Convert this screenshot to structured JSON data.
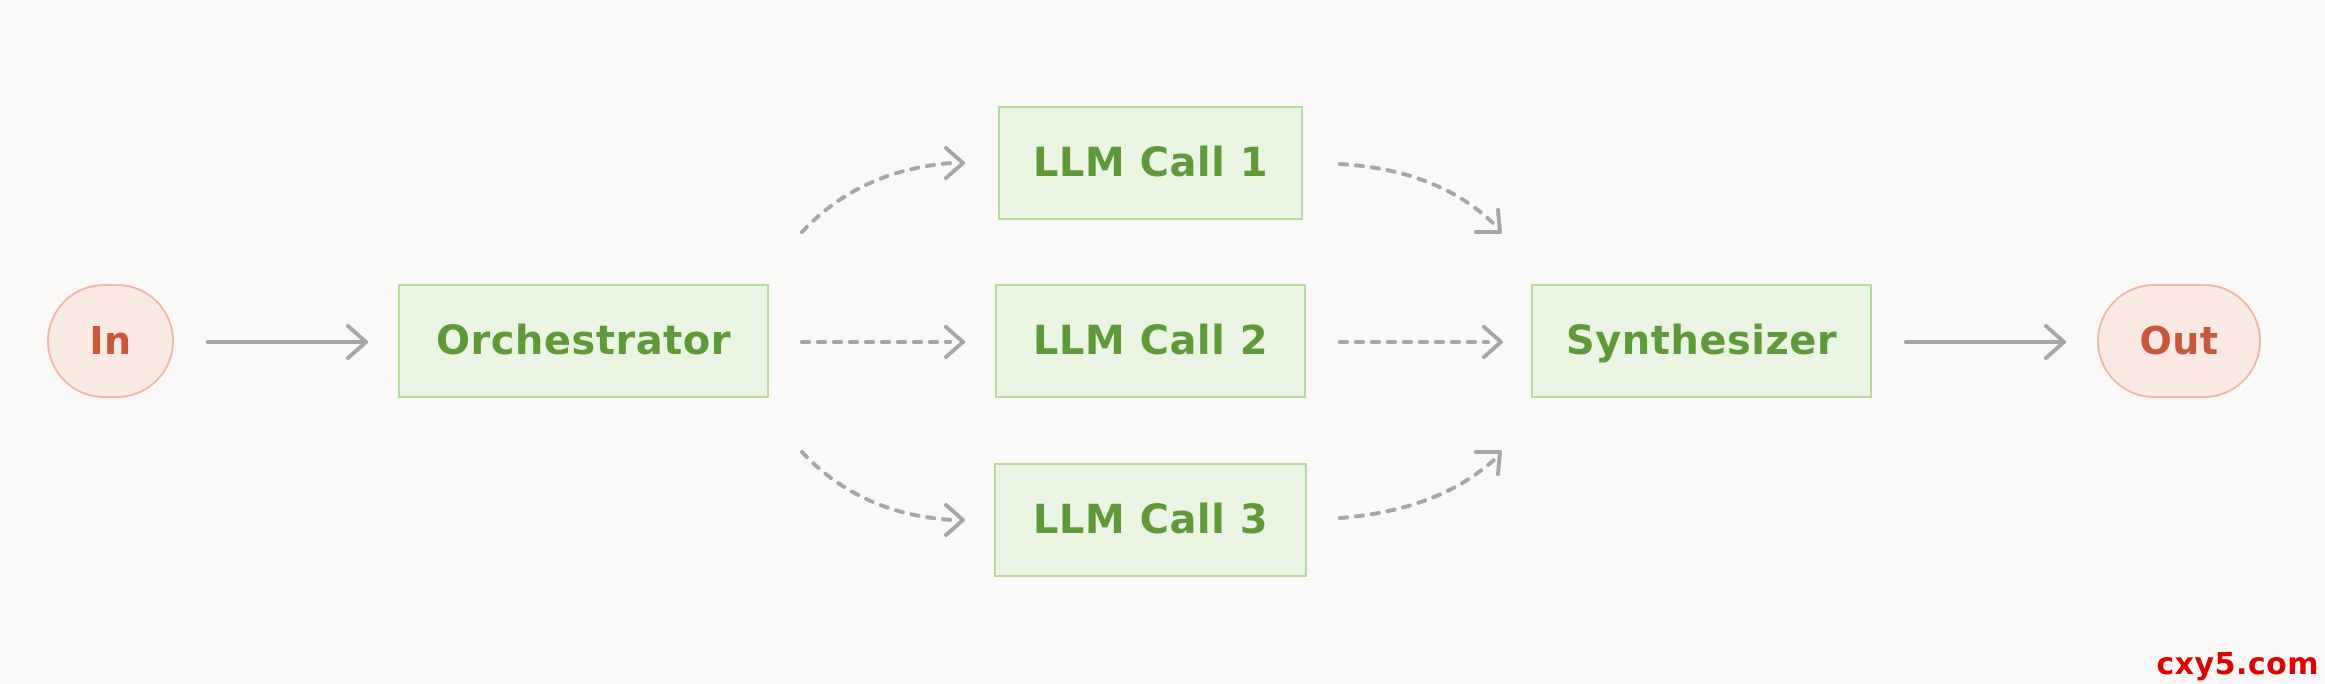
{
  "diagram": {
    "nodes": {
      "input": "In",
      "orchestrator": "Orchestrator",
      "llm_call_1": "LLM Call 1",
      "llm_call_2": "LLM Call 2",
      "llm_call_3": "LLM Call 3",
      "synthesizer": "Synthesizer",
      "output": "Out"
    },
    "edges": [
      {
        "from": "input",
        "to": "orchestrator",
        "style": "solid"
      },
      {
        "from": "orchestrator",
        "to": "llm_call_1",
        "style": "dotted"
      },
      {
        "from": "orchestrator",
        "to": "llm_call_2",
        "style": "dotted"
      },
      {
        "from": "orchestrator",
        "to": "llm_call_3",
        "style": "dotted"
      },
      {
        "from": "llm_call_1",
        "to": "synthesizer",
        "style": "dotted"
      },
      {
        "from": "llm_call_2",
        "to": "synthesizer",
        "style": "dotted"
      },
      {
        "from": "llm_call_3",
        "to": "synthesizer",
        "style": "dotted"
      },
      {
        "from": "synthesizer",
        "to": "output",
        "style": "solid"
      }
    ],
    "colors": {
      "terminal_fill": "#fbe9e4",
      "terminal_border": "#efb7a7",
      "terminal_text": "#c9583b",
      "box_fill": "#eaf5e3",
      "box_border": "#b5dc9b",
      "box_text": "#5e9a3a",
      "arrow": "#a6a6a6"
    }
  },
  "watermark": "cxy5.com"
}
